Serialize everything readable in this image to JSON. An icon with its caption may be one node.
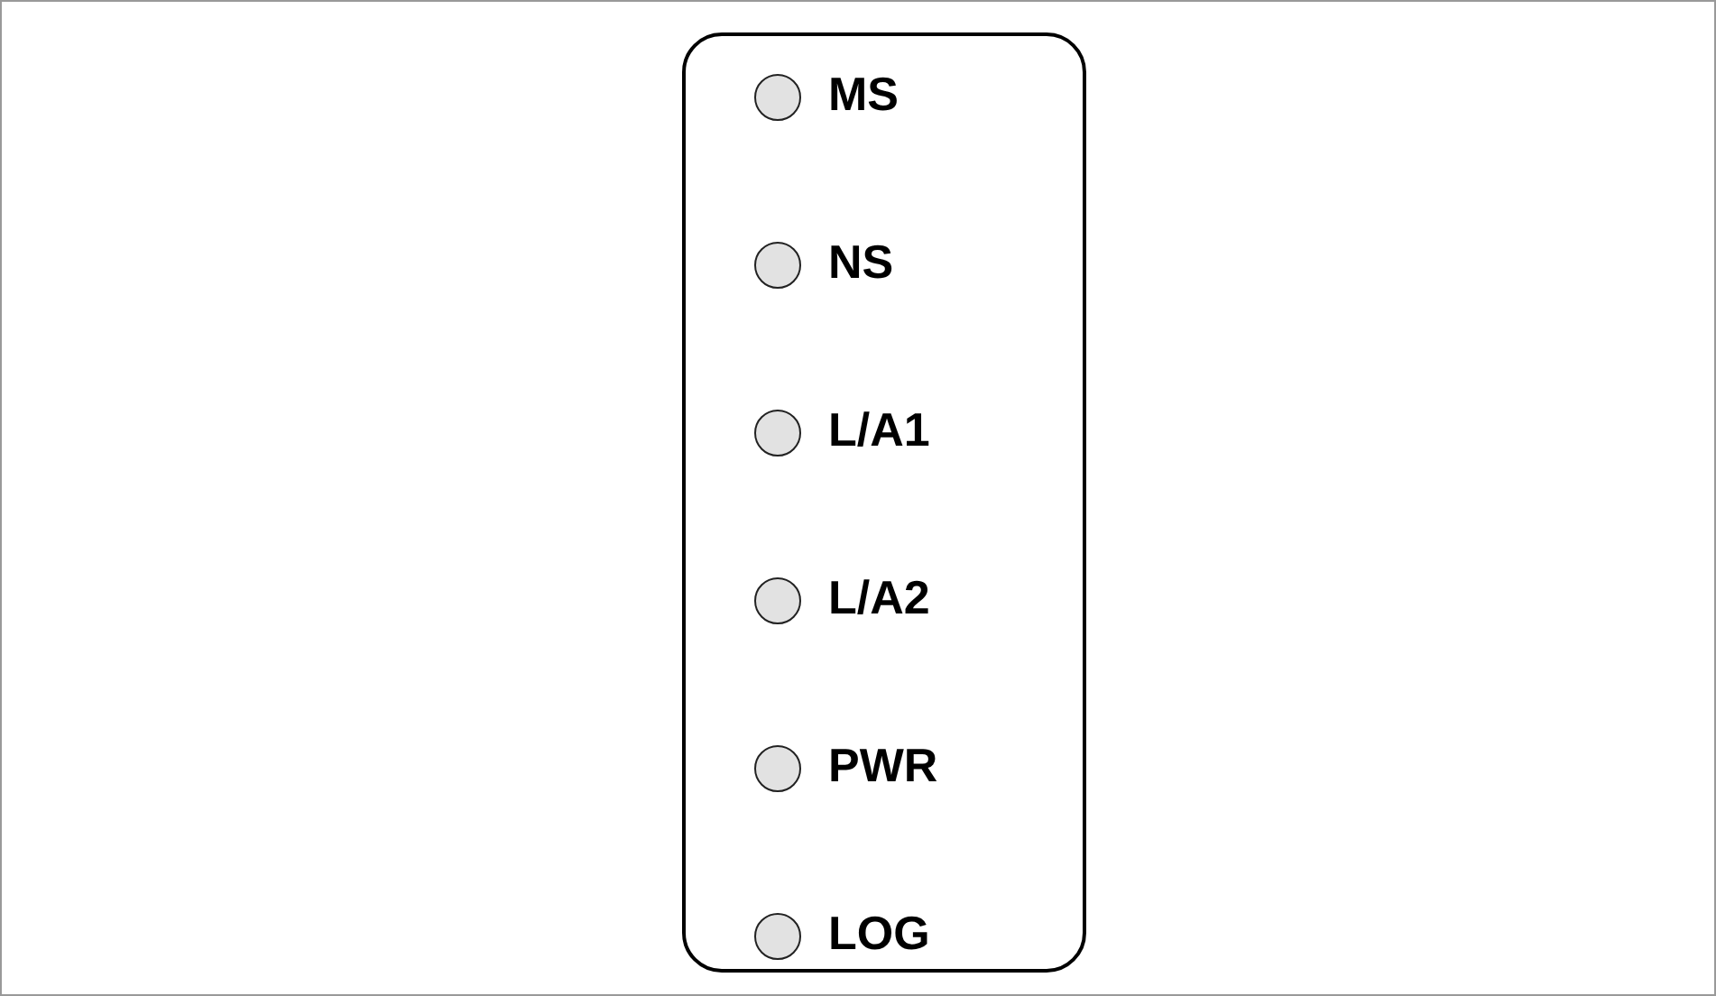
{
  "diagram": {
    "nodes": [
      {
        "text": [],
        "shape": "box"
      },
      {
        "text": [],
        "shape": "circle",
        "in": 0,
        "beside": [
          "MS"
        ]
      },
      {
        "text": [],
        "shape": "circle",
        "in": 0,
        "beside": [
          "NS"
        ]
      },
      {
        "text": [],
        "shape": "circle",
        "in": 0,
        "beside": [
          "L/A1"
        ]
      },
      {
        "text": [],
        "shape": "circle",
        "in": 0,
        "beside": [
          "L/A2"
        ]
      },
      {
        "text": [],
        "shape": "circle",
        "in": 0,
        "beside": [
          "PWR"
        ]
      },
      {
        "text": [],
        "shape": "circle",
        "in": 0,
        "beside": [
          "LOG"
        ]
      }
    ]
  }
}
